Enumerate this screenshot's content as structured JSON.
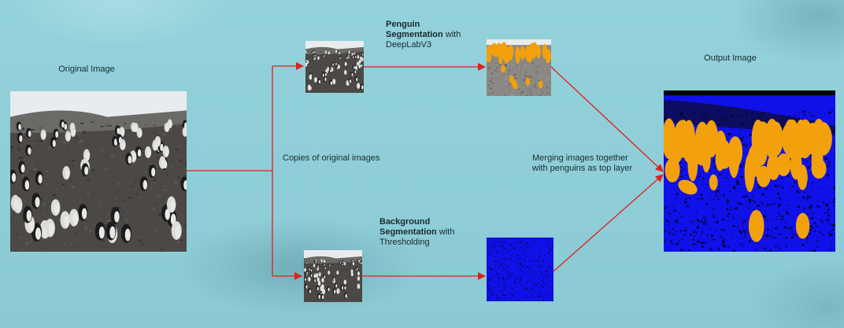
{
  "labels": {
    "original_image": "Original Image",
    "output_image": "Output Image",
    "copies": "Copies of original images",
    "penguin_seg_bold": "Penguin Segmentation",
    "penguin_seg_rest": " with DeepLabV3",
    "background_seg_bold": "Background Segmentation",
    "background_seg_rest": " with Thresholding",
    "merging": "Merging images together with penguins as top layer"
  },
  "colors": {
    "background": "#8fcfd8",
    "arrow": "#e0201a",
    "penguin_mask": "#f2a10c",
    "background_mask": "#1010e8",
    "photo_ground": "#4b4845",
    "photo_snow": "#e8ecef"
  },
  "images": [
    {
      "name": "original-photo",
      "kind": "photo"
    },
    {
      "name": "copy-photo-top",
      "kind": "photo"
    },
    {
      "name": "copy-photo-bottom",
      "kind": "photo"
    },
    {
      "name": "penguin-mask-image",
      "kind": "penguin-mask"
    },
    {
      "name": "background-mask-image",
      "kind": "background-mask"
    },
    {
      "name": "output-photo",
      "kind": "merged"
    }
  ]
}
